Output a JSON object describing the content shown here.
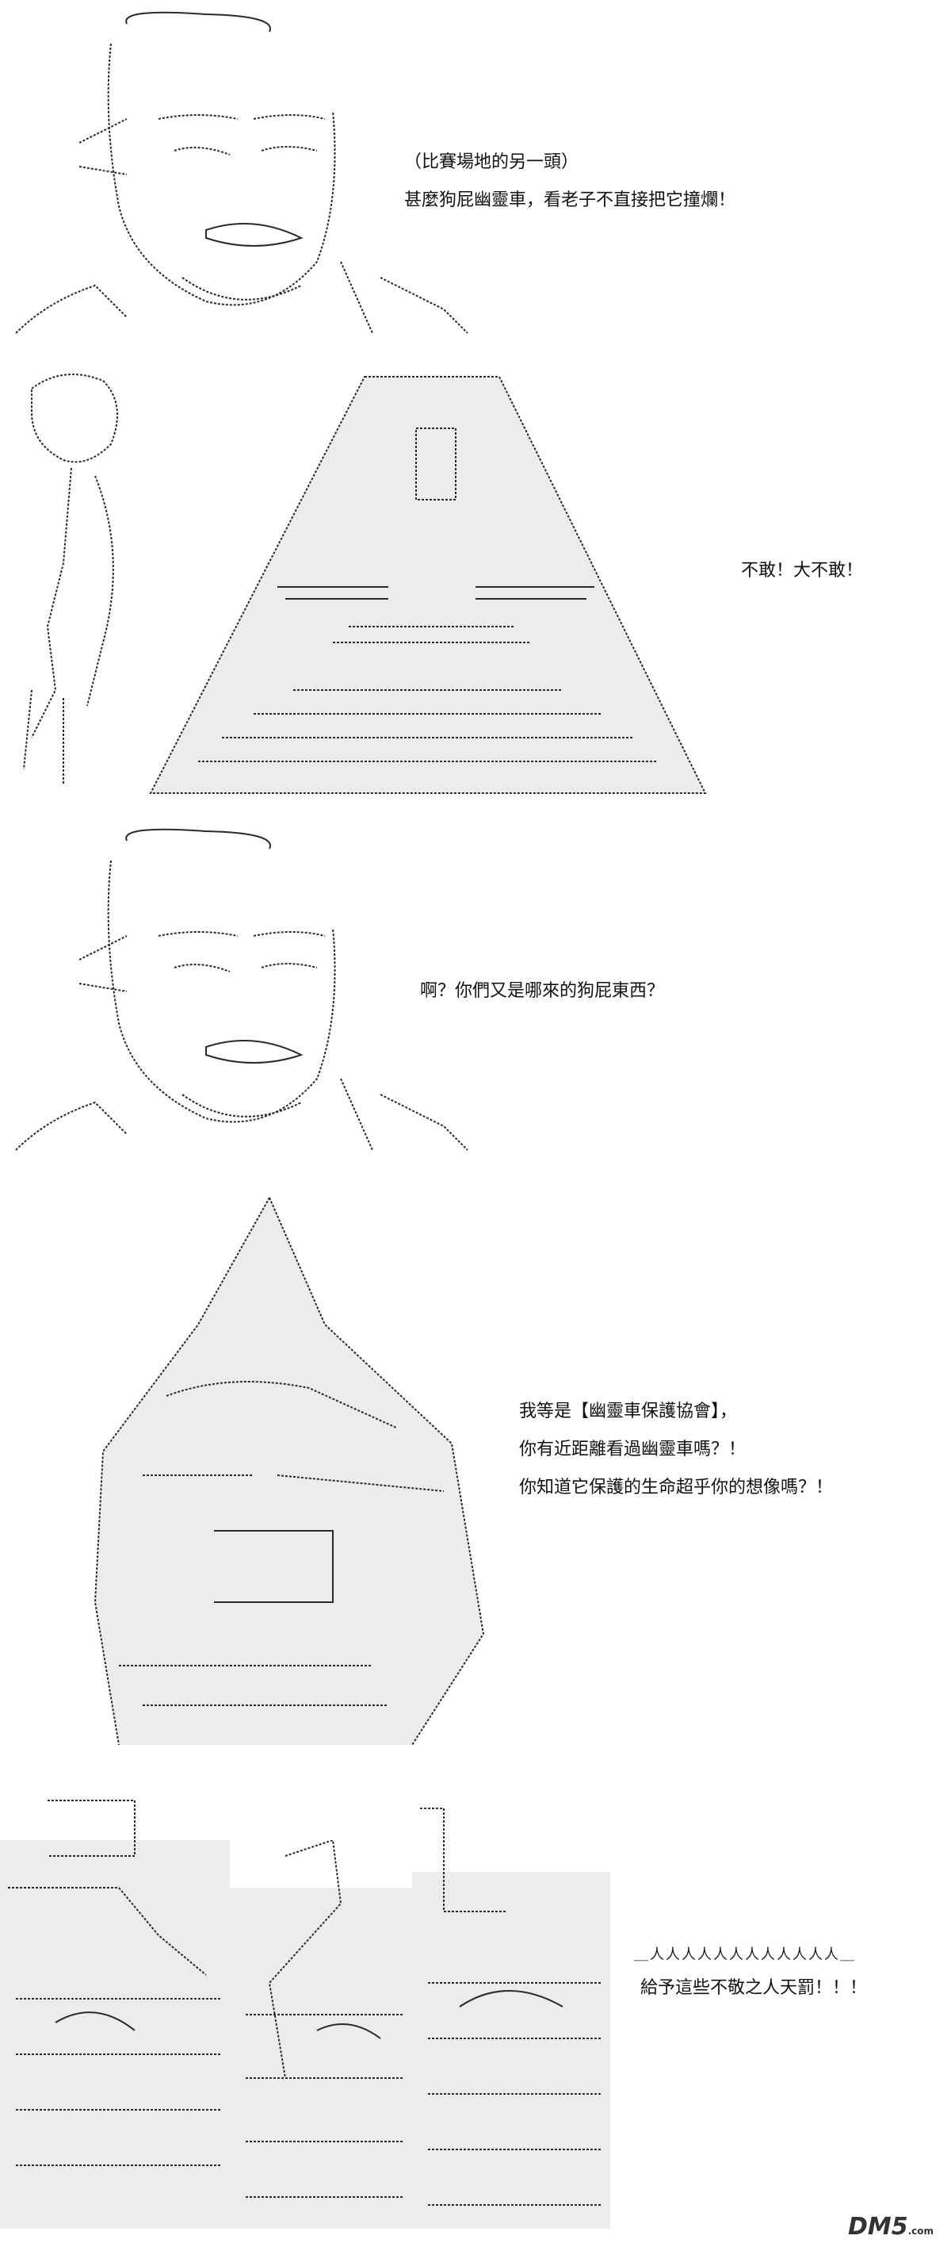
{
  "panels": [
    {
      "caption_lines": [
        "（比賽場地的另一頭）",
        "甚麼狗屁幽靈車，看老子不直接把它撞爛！"
      ]
    },
    {
      "caption_lines": [
        "不敢！大不敢！"
      ]
    },
    {
      "caption_lines": [
        "啊？你們又是哪來的狗屁東西？"
      ]
    },
    {
      "caption_lines": [
        "我等是【幽靈車保護協會】，",
        "你有近距離看過幽靈車嗎？！",
        "你知道它保護的生命超乎你的想像嗎？！"
      ]
    },
    {
      "shout_top": "＿人人人人人人人人人人人人＿",
      "caption_lines": [
        "給予這些不敬之人天罰！！！"
      ]
    }
  ],
  "watermark": {
    "text": "DM5",
    "suffix": ".com"
  }
}
